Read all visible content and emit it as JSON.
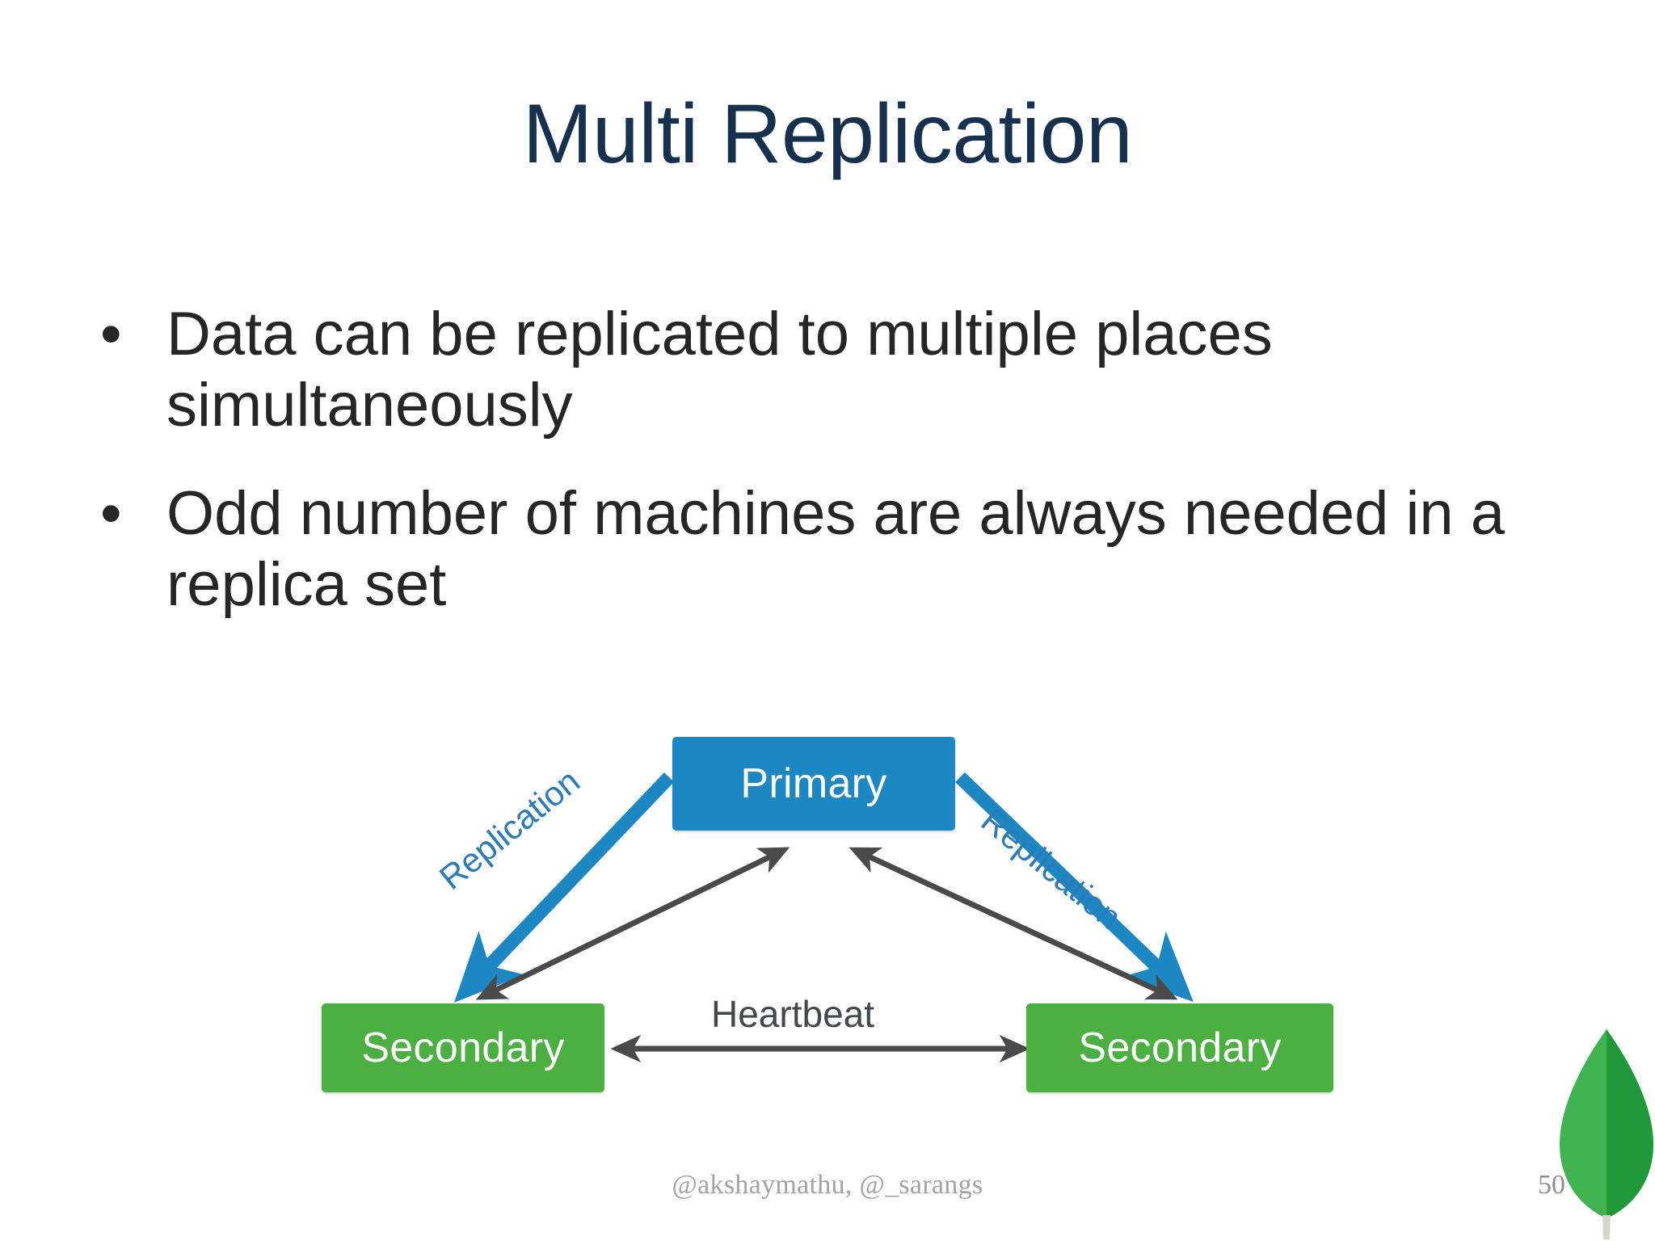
{
  "slide": {
    "title": "Multi Replication",
    "page_number": "50",
    "footer": "@akshaymathu, @_sarangs",
    "title_color": "#16304e",
    "body_color": "#262626",
    "background": "#ffffff"
  },
  "bullets": [
    {
      "marker": "•",
      "text": "Data can be replicated to multiple places simultaneously"
    },
    {
      "marker": "•",
      "text": "Odd number of machines are always needed in a replica set"
    }
  ],
  "diagram": {
    "type": "node-graph",
    "nodes": [
      {
        "id": "primary",
        "label": "Primary",
        "color": "#1d87c4",
        "role": "primary"
      },
      {
        "id": "secondary-left",
        "label": "Secondary",
        "color": "#4caf42",
        "role": "secondary"
      },
      {
        "id": "secondary-right",
        "label": "Secondary",
        "color": "#4caf42",
        "role": "secondary"
      }
    ],
    "edges": [
      {
        "from": "primary",
        "to": "secondary-left",
        "label": "Replication",
        "color": "#1d87c4",
        "style": "thick-arrow"
      },
      {
        "from": "primary",
        "to": "secondary-right",
        "label": "Replication",
        "color": "#1d87c4",
        "style": "thick-arrow"
      },
      {
        "from": "secondary-left",
        "to": "primary",
        "label": "",
        "color": "#4a4a4a",
        "style": "double-arrow"
      },
      {
        "from": "secondary-right",
        "to": "primary",
        "label": "",
        "color": "#4a4a4a",
        "style": "double-arrow"
      },
      {
        "from": "secondary-left",
        "to": "secondary-right",
        "label": "Heartbeat",
        "color": "#4a4a4a",
        "style": "double-arrow"
      }
    ],
    "labels": {
      "replication_left": "Replication",
      "replication_right": "Replication",
      "heartbeat": "Heartbeat"
    },
    "heartbeat_color": "#43484d"
  },
  "logo": {
    "name": "mongodb-leaf",
    "color_light": "#3fb34f",
    "color_dark": "#21993b",
    "stem_color": "#d4d9c8"
  }
}
